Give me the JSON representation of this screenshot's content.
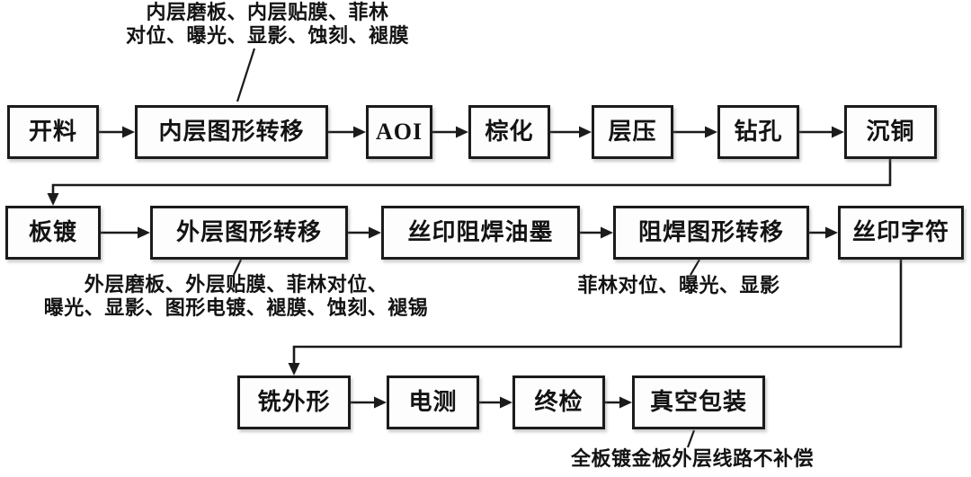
{
  "flowchart": {
    "colors": {
      "background": "#ffffff",
      "line": "#1b1b1b",
      "box_fill": "#fdfdfd",
      "text": "#131313"
    },
    "row1": [
      {
        "label": "开料"
      },
      {
        "label": "内层图形转移"
      },
      {
        "label": "AOI"
      },
      {
        "label": "棕化"
      },
      {
        "label": "层压"
      },
      {
        "label": "钻孔"
      },
      {
        "label": "沉铜"
      }
    ],
    "row2": [
      {
        "label": "板镀"
      },
      {
        "label": "外层图形转移"
      },
      {
        "label": "丝印阻焊油墨"
      },
      {
        "label": "阻焊图形转移"
      },
      {
        "label": "丝印字符"
      }
    ],
    "row3": [
      {
        "label": "铣外形"
      },
      {
        "label": "电测"
      },
      {
        "label": "终检"
      },
      {
        "label": "真空包装"
      }
    ],
    "annotations": {
      "inner_layer_note": {
        "line1": "内层磨板、内层贴膜、菲林",
        "line2": "对位、曝光、显影、蚀刻、褪膜",
        "target": "内层图形转移"
      },
      "outer_layer_note": {
        "line1": "外层磨板、外层贴膜、菲林对位、",
        "line2": "曝光、显影、图形电镀、褪膜、蚀刻、褪锡",
        "target": "外层图形转移"
      },
      "solder_mask_note": {
        "line1": "菲林对位、曝光、显影",
        "target": "阻焊图形转移"
      },
      "packaging_note": {
        "line1": "全板镀金板外层线路不补偿",
        "target": "真空包装"
      }
    }
  }
}
